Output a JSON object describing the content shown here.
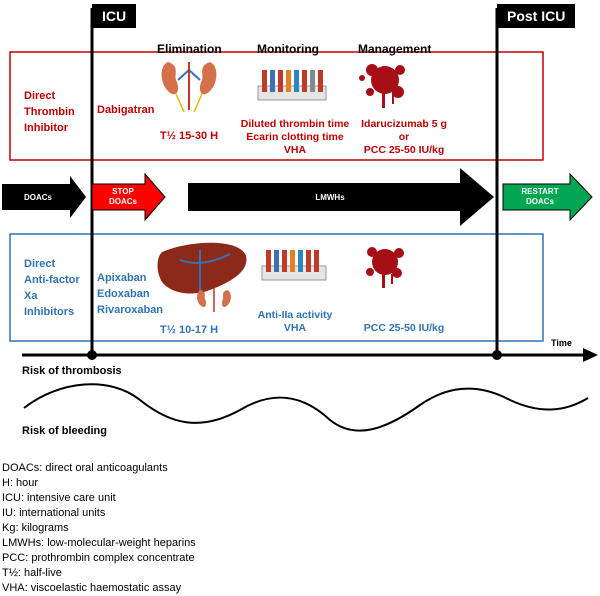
{
  "phases": {
    "icu": "ICU",
    "post_icu": "Post ICU"
  },
  "column_headers": {
    "elimination": "Elimination",
    "monitoring": "Monitoring",
    "management": "Management"
  },
  "dti": {
    "title_lines": [
      "Direct",
      "Thrombin",
      "Inhibitor"
    ],
    "drugs": [
      "Dabigatran"
    ],
    "half_life": "T½ 15-30 H",
    "monitoring": [
      "Diluted thrombin time",
      "Ecarin clotting time",
      "VHA"
    ],
    "management": [
      "Idarucizumab 5 g",
      "or",
      "PCC 25-50 IU/kg"
    ]
  },
  "anti_xa": {
    "title_lines": [
      "Direct",
      "Anti-factor",
      "Xa",
      "Inhibitors"
    ],
    "drugs": [
      "Apixaban",
      "Edoxaban",
      "Rivaroxaban"
    ],
    "half_life": "T½ 10-17 H",
    "monitoring": [
      "Anti-IIa activity",
      "VHA"
    ],
    "management": [
      "PCC 25-50 IU/kg"
    ]
  },
  "arrows": {
    "doacs": "DOACs",
    "stop": [
      "STOP",
      "DOACs"
    ],
    "lmwh": "LMWHs",
    "restart": [
      "RESTART",
      "DOACs"
    ]
  },
  "timeline": {
    "time_label": "Time"
  },
  "risks": {
    "thrombosis": "Risk of thrombosis",
    "bleeding": "Risk of bleeding"
  },
  "legend": [
    "DOACs: direct oral anticoagulants",
    "H: hour",
    "ICU: intensive care unit",
    "IU: international units",
    "Kg: kilograms",
    "LMWHs: low-molecular-weight heparins",
    "PCC: prothrombin complex concentrate",
    "T½: half-live",
    "VHA: viscoelastic haemostatic assay"
  ],
  "colors": {
    "red": "#c00000",
    "blue": "#2e74b5",
    "stop_arrow": "#ff0000",
    "restart_arrow": "#00a651"
  },
  "icons": [
    "kidney-icon",
    "liver-icon",
    "test-tubes-icon",
    "blood-splatter-icon"
  ]
}
